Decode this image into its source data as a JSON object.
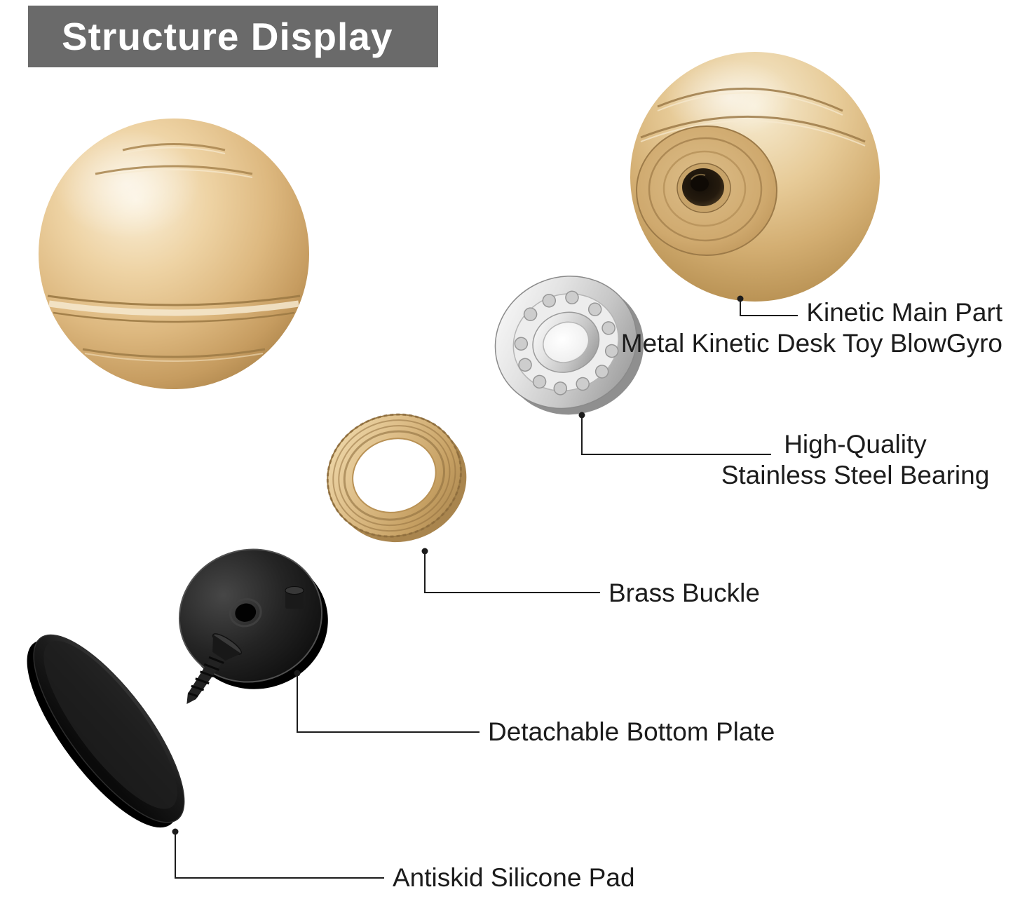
{
  "title": {
    "text": "Structure Display"
  },
  "labels": {
    "kinetic_main": {
      "line1": "Kinetic Main Part",
      "line2": "Metal Kinetic Desk Toy BlowGyro"
    },
    "bearing": {
      "line1": "High-Quality",
      "line2": "Stainless Steel Bearing"
    },
    "buckle": {
      "text": "Brass Buckle"
    },
    "plate": {
      "text": "Detachable Bottom Plate"
    },
    "pad": {
      "text": "Antiskid Silicone Pad"
    }
  },
  "colors": {
    "banner_bg": "#6a6a6a",
    "banner_text": "#ffffff",
    "label_text": "#1c1c1c",
    "leader_line": "#1c1c1c",
    "gold": "#d9b67f",
    "brass": "#c9a263",
    "silver": "#d6d6d6",
    "black_part": "#121212"
  }
}
